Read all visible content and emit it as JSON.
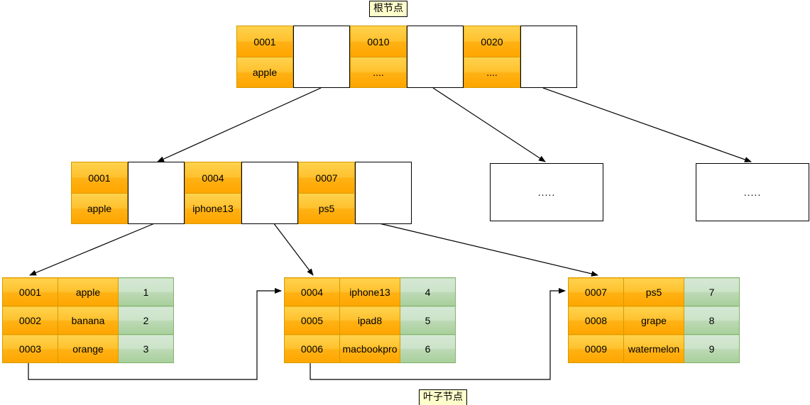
{
  "diagram": {
    "title_root": "根节点",
    "title_leaf": "叶子节点",
    "ellipsis_short": "....",
    "ellipsis_long": "....."
  },
  "root_node": {
    "name": "root-node",
    "entries": [
      {
        "key": "0001",
        "value": "apple"
      },
      {
        "key": "0010",
        "value": "...."
      },
      {
        "key": "0020",
        "value": "...."
      }
    ]
  },
  "branch_node": {
    "name": "branch-node",
    "entries": [
      {
        "key": "0001",
        "value": "apple"
      },
      {
        "key": "0004",
        "value": "iphone13"
      },
      {
        "key": "0007",
        "value": "ps5"
      }
    ]
  },
  "branch_placeholders": [
    {
      "name": "branch-placeholder-2",
      "text": "....."
    },
    {
      "name": "branch-placeholder-3",
      "text": "....."
    }
  ],
  "leaf_nodes": [
    {
      "name": "leaf-node-1",
      "rows": [
        {
          "id": "0001",
          "item": "apple",
          "value": "1"
        },
        {
          "id": "0002",
          "item": "banana",
          "value": "2"
        },
        {
          "id": "0003",
          "item": "orange",
          "value": "3"
        }
      ]
    },
    {
      "name": "leaf-node-2",
      "rows": [
        {
          "id": "0004",
          "item": "iphone13",
          "value": "4"
        },
        {
          "id": "0005",
          "item": "ipad8",
          "value": "5"
        },
        {
          "id": "0006",
          "item": "macbookpro",
          "value": "6"
        }
      ]
    },
    {
      "name": "leaf-node-3",
      "rows": [
        {
          "id": "0007",
          "item": "ps5",
          "value": "7"
        },
        {
          "id": "0008",
          "item": "grape",
          "value": "8"
        },
        {
          "id": "0009",
          "item": "watermelon",
          "value": "9"
        }
      ]
    }
  ],
  "colors": {
    "key_cell_fill": "#ffc12e",
    "key_cell_stroke": "#d79b00",
    "value_cell_fill": "#cbe3c8",
    "value_cell_stroke": "#82b366",
    "tag_fill": "#ffffcc",
    "stroke": "#000000",
    "background": "#ffffff"
  }
}
